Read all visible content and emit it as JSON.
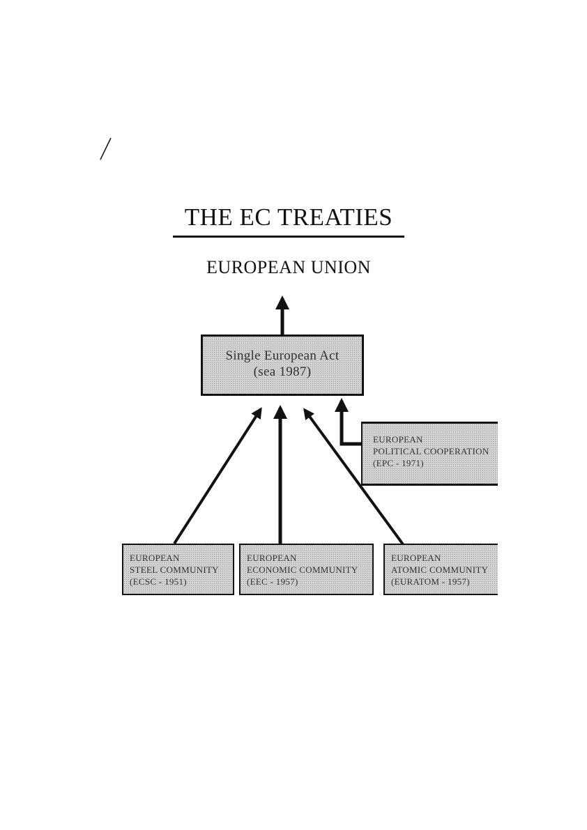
{
  "diagram": {
    "title": "THE EC TREATIES",
    "top_node": "EUROPEAN UNION",
    "sea": {
      "line1": "Single European Act",
      "line2": "(sea 1987)"
    },
    "epc": {
      "line1": "EUROPEAN",
      "line2": "POLITICAL COOPERATION",
      "line3": "(EPC - 1971)"
    },
    "ecsc": {
      "line1": "EUROPEAN",
      "line2": "STEEL COMMUNITY",
      "line3": "(ECSC - 1951)"
    },
    "eec": {
      "line1": "EUROPEAN",
      "line2": "ECONOMIC COMMUNITY",
      "line3": "(EEC - 1957)"
    },
    "euratom": {
      "line1": "EUROPEAN",
      "line2": "ATOMIC COMMUNITY",
      "line3": "(EURATOM - 1957)"
    }
  },
  "colors": {
    "box_fill": "#d2d2d2",
    "line": "#111111"
  }
}
